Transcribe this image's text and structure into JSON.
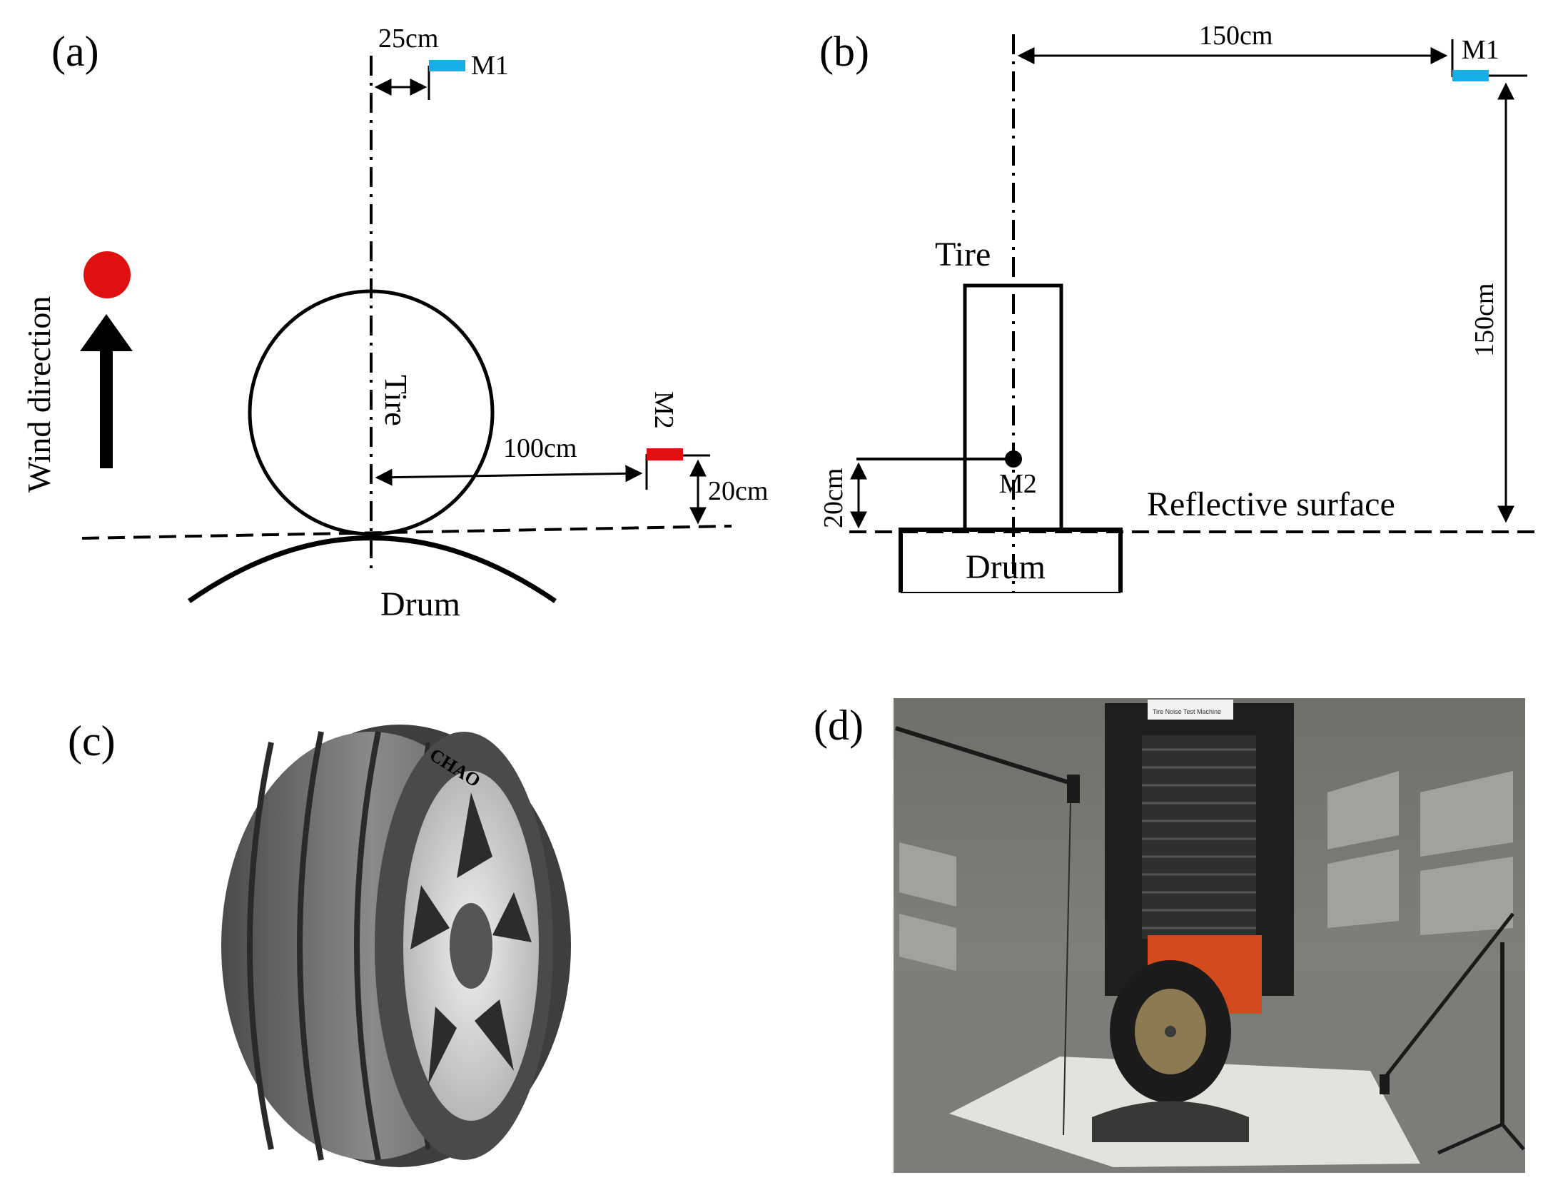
{
  "panels": {
    "a": {
      "label": "(a)",
      "dim_m1": "25cm",
      "m1": "M1",
      "wind": "Wind direction",
      "tire": "Tire",
      "dim_m2": "100cm",
      "m2": "M2",
      "dim_h": "20cm",
      "drum": "Drum"
    },
    "b": {
      "label": "(b)",
      "dim_top": "150cm",
      "m1": "M1",
      "tire": "Tire",
      "dim_right": "150cm",
      "dim_h": "20cm",
      "m2": "M2",
      "surface": "Reflective surface",
      "drum": "Drum"
    },
    "c": {
      "label": "(c)",
      "brand": "CHAO"
    },
    "d": {
      "label": "(d)",
      "plate": "Tire Noise Test Machine"
    }
  },
  "colors": {
    "m1": "#16aee6",
    "m2": "#e01010",
    "wind_dot": "#e01010",
    "stroke": "#000000"
  }
}
